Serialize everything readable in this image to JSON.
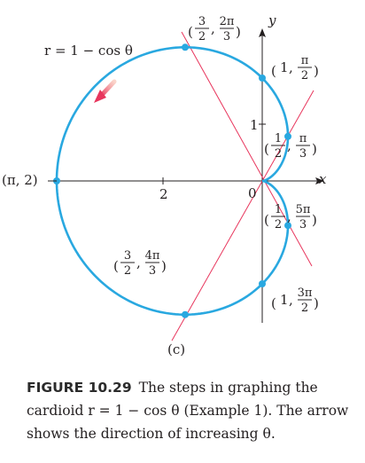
{
  "figure": {
    "curve_label": "r = 1 − cos θ",
    "axis_x": "x",
    "axis_y": "y",
    "tick_1": "1",
    "tick_2": "2",
    "origin": "0",
    "point_pi": "(π, 2)",
    "panel": "(c)",
    "points": [
      {
        "r": "3/2",
        "theta": "2π/3"
      },
      {
        "r": "1",
        "theta": "π/2"
      },
      {
        "r": "1/2",
        "theta": "π/3"
      },
      {
        "r": "1/2",
        "theta": "5π/3"
      },
      {
        "r": "1",
        "theta": "3π/2"
      },
      {
        "r": "3/2",
        "theta": "4π/3"
      }
    ],
    "colors": {
      "curve": "#29a8e0",
      "lines": "#e8365d",
      "arrow": "#e8365d",
      "text": "#231f20"
    }
  },
  "caption": {
    "label": "FIGURE 10.29",
    "text": "The steps in graphing the cardioid r = 1 − cos θ (Example 1). The arrow shows the direction of increasing θ."
  }
}
